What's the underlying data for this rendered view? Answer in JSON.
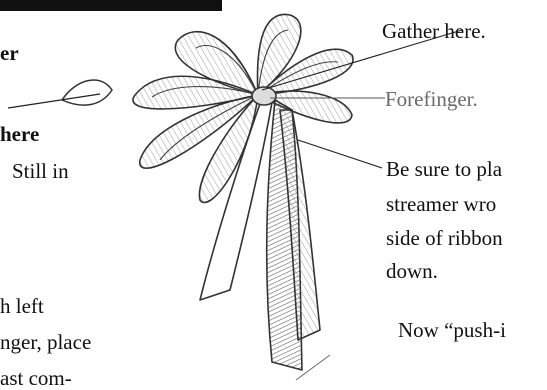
{
  "left_column": {
    "fragment_1": "er",
    "fragment_2": "here",
    "fragment_3": "Still in",
    "fragment_4": "h left",
    "fragment_5": "nger, place",
    "fragment_6": "ast com-"
  },
  "right_column": {
    "gather_label": "Gather here.",
    "forefinger_label": "Forefinger.",
    "instruction_line_1": "Be sure to pla",
    "instruction_line_2": "streamer wro",
    "instruction_line_3": "side of ribbon",
    "instruction_line_4": "down.",
    "next_step": "Now “push-i"
  },
  "colors": {
    "text": "#111111",
    "faded_text": "#6a6a6a",
    "header_bar": "#111111"
  }
}
